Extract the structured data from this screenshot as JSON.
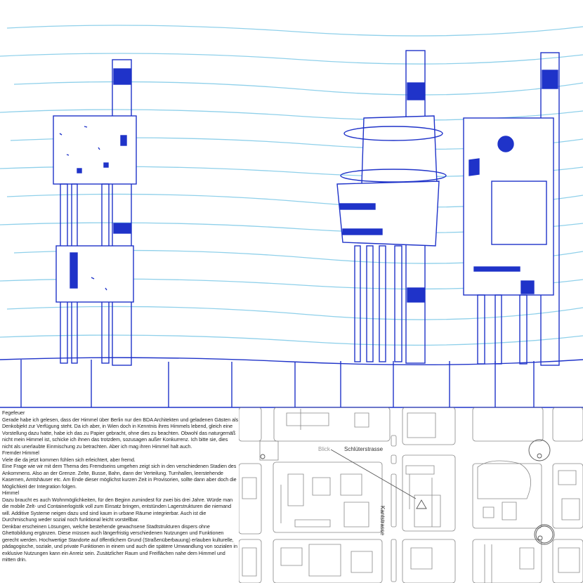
{
  "colors": {
    "ink": "#1f33c9",
    "sky": "#8fd0ea",
    "map_line": "#888888"
  },
  "text_block": {
    "paragraphs": [
      "Fegefeuer",
      "Gerade habe ich gelesen, dass der Himmel über Berlin nur den BDA Architekten und geladenen Gästen als Denkobjekt zur Verfügung steht. Da ich aber, in Wien doch in Kenntnis ihres Himmels lebend, gleich eine Vorstellung dazu hatte, habe ich das zu Papier gebracht, ohne dies zu beachten. Obwohl das naturgemäß nicht mein Himmel ist, schicke ich ihnen das trotzdem, sozusagen außer Konkurrenz. Ich bitte sie, dies nicht als unerlaubte Einmischung zu betrachten. Aber ich mag ihren Himmel halt auch.",
      "Fremder Himmel",
      "Viele die da jetzt kommen fühlen sich erleichtert, aber fremd.",
      "Eine Frage wie wir mit dem Thema des Fremdseins umgehen zeigt sich in den verschiedenen Stadien des Ankommens. Also an der Grenze. Zelte, Busse, Bahn, dann der Verteilung. Turnhallen, leerstehende Kasernen, Amtshäuser etc. Am Ende dieser möglichst kurzen Zeit in Provisorien, sollte dann aber doch die Möglichkeit der Integration folgen.",
      "Himmel",
      "Dazu braucht es auch Wohnmöglichkeiten, für den Beginn zumindest für zwei bis drei Jahre. Würde man die mobile Zelt- und Containerlogistik voll zum Einsatz bringen, entstünden Lagerstrukturen die niemand will. Additive Systeme neigen dazu und sind kaum in urbane Räume integrierbar. Auch ist die Durchmischung weder sozial noch funktional leicht vorstellbar.",
      "Denkbar erscheinen Lösungen, welche bestehende gewachsene Stadtstrukturen dispers ohne Ghettobildung ergänzen. Diese müssen auch längerfristig verschiedenen Nutzungen und Funktionen gerecht werden. Hochwertige Standorte auf öffentlichem Grund (Straßenüberbauung) erlauben kulturelle, pädagogische, soziale, und private Funktionen in einem und auch die spätere Umwandlung von sozialen in exklusive Nutzungen kann ein Anreiz sein. Zusätzlicher Raum und Freiflächen nahe dem Himmel und mitten drin."
    ]
  },
  "map": {
    "blick_label": "Blick",
    "street_horizontal": "Schlüterstrasse",
    "street_vertical": "Kantstrasse"
  }
}
